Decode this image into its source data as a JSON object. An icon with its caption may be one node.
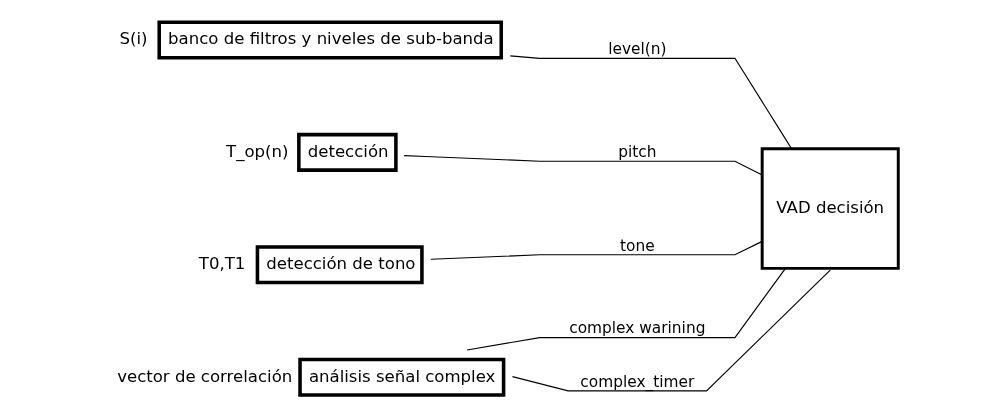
{
  "diagram": {
    "nodes": [
      {
        "text": [
          "banco de filtros y niveles de sub-banda"
        ],
        "beside": [
          "S(i)"
        ]
      },
      {
        "text": [
          "detección"
        ],
        "beside": [
          "T_op(n)"
        ]
      },
      {
        "text": [
          "detección de tono"
        ],
        "beside": [
          "T0,T1"
        ]
      },
      {
        "text": [
          "análisis señal complex"
        ],
        "beside": [
          "vector de correlación"
        ]
      },
      {
        "text": [
          "VAD decisión"
        ]
      }
    ],
    "edges": [
      {
        "from": 0,
        "to": 4,
        "arrow": "none",
        "label": "level(n)"
      },
      {
        "from": 1,
        "to": 4,
        "arrow": "none",
        "label": "pitch"
      },
      {
        "from": 2,
        "to": 4,
        "arrow": "none",
        "label": "tone"
      },
      {
        "from": 3,
        "to": 4,
        "arrow": "none",
        "label": "complex warining"
      },
      {
        "from": 4,
        "to": 3,
        "arrow": "none",
        "label": "complex_timer"
      }
    ]
  }
}
